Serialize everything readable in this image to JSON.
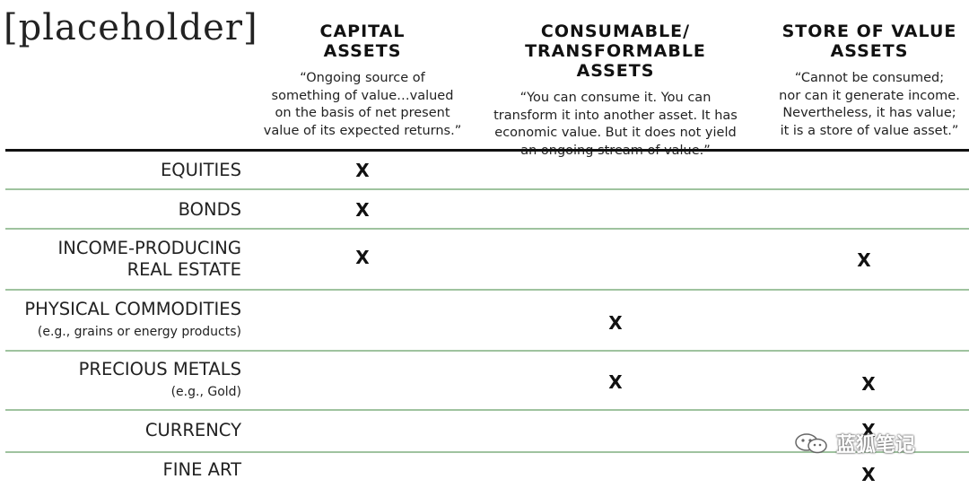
{
  "logo": "[placeholder]",
  "columns": [
    {
      "title_line1": "CAPITAL",
      "title_line2": "ASSETS",
      "quote": [
        "“Ongoing source of",
        "something of value…valued",
        "on the basis of net present",
        "value of its expected returns.”"
      ]
    },
    {
      "title_line1": "CONSUMABLE/",
      "title_line2": "TRANSFORMABLE ASSETS",
      "quote": [
        "“You can consume it. You can",
        "transform it into another asset. It has",
        "economic value. But it does not yield",
        "an ongoing stream of value.”"
      ]
    },
    {
      "title_line1": "STORE OF VALUE",
      "title_line2": "ASSETS",
      "quote": [
        "“Cannot be consumed;",
        "nor can it generate income.",
        "Nevertheless, it has value;",
        "it is a store of value asset.”"
      ]
    }
  ],
  "rows": [
    {
      "label": [
        "EQUITIES"
      ],
      "sub": "",
      "marks": [
        "X",
        "",
        ""
      ]
    },
    {
      "label": [
        "BONDS"
      ],
      "sub": "",
      "marks": [
        "X",
        "",
        ""
      ]
    },
    {
      "label": [
        "INCOME-PRODUCING",
        "REAL ESTATE"
      ],
      "sub": "",
      "marks": [
        "X",
        "",
        "X"
      ]
    },
    {
      "label": [
        "PHYSICAL COMMODITIES"
      ],
      "sub": "(e.g., grains or energy products)",
      "marks": [
        "",
        "X",
        ""
      ]
    },
    {
      "label": [
        "PRECIOUS METALS"
      ],
      "sub": "(e.g., Gold)",
      "marks": [
        "",
        "X",
        "X"
      ]
    },
    {
      "label": [
        "CURRENCY"
      ],
      "sub": "",
      "marks": [
        "",
        "",
        "X"
      ]
    },
    {
      "label": [
        "FINE ART"
      ],
      "sub": "",
      "marks": [
        "",
        "",
        "X"
      ]
    }
  ],
  "watermark": "蓝狐笔记",
  "colors": {
    "divider": "#9fc39f",
    "top_rule": "#111111",
    "text": "#1a1a1a"
  }
}
